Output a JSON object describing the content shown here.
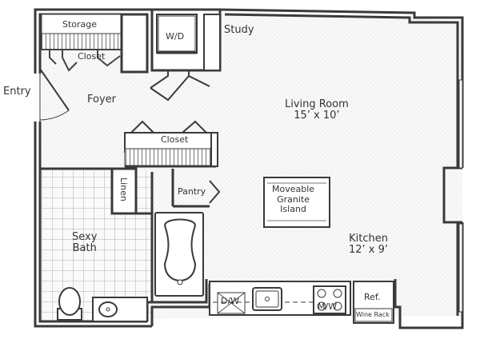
{
  "rooms": {
    "storage": "Storage",
    "closet_top": "Closet",
    "wd": "W/D",
    "study": "Study",
    "entry": "Entry",
    "foyer": "Foyer",
    "living_name": "Living Room",
    "living_dims": "15’ x 10’",
    "closet_mid": "Closet",
    "linen": "Linen",
    "pantry": "Pantry",
    "island": [
      "Moveable",
      "Granite",
      "Island"
    ],
    "bath": [
      "Sexy",
      "Bath"
    ],
    "kitchen_name": "Kitchen",
    "kitchen_dims": "12’ x 9’",
    "dw": "D/W",
    "mw": "M/W",
    "ref": "Ref.",
    "wine": "Wine Rack"
  },
  "colors": {
    "wall": "#3a3a3a",
    "fill": "#f5f5f5",
    "tile": "#9a9a9a",
    "text": "#333333"
  }
}
